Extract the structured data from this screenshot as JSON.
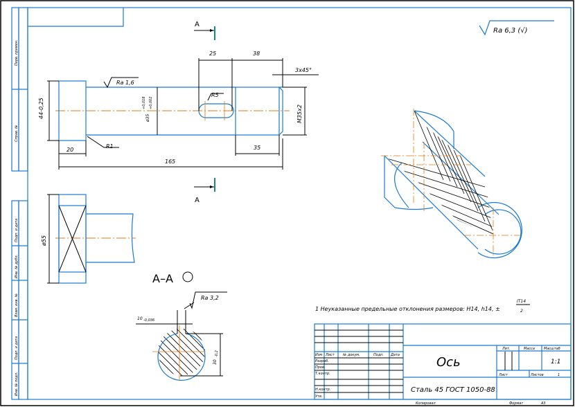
{
  "drawing": {
    "title": "Ось",
    "material": "Сталь 45 ГОСТ 1050-88",
    "colors": {
      "outline": "#1a7ad0",
      "dimension": "#000000",
      "centerline": "#e07a10",
      "section_marker": "#138a8a",
      "border": "#000000"
    },
    "roughness_general": "Ra 6,3 (√)",
    "note": "1 Неуказанные предельные отклонения размеров: H14, h14, ±",
    "note_fraction": {
      "numerator": "IT14",
      "denominator": "2"
    },
    "section_marker_top": "A",
    "section_marker_bottom": "A",
    "section_title": "А–А",
    "section_rotate_symbol": "rotated",
    "side_stamp": {
      "top": [
        "Перв. примен.",
        "Справ. №"
      ],
      "bottom": [
        "Подп. и дата",
        "Инв. № дубл.",
        "Взам. инв. №",
        "Подп. и дата",
        "Инв. № подл."
      ]
    }
  },
  "main_view": {
    "dimensions": {
      "head_diameter": "44-0,25",
      "head_length": "20",
      "shaft_diameter_nominal": "ø35",
      "shaft_diameter_upper": "+0,018",
      "shaft_diameter_lower": "+0,002",
      "slot_length": "25",
      "slot_to_end": "38",
      "slot_radius": "R5",
      "fillet_radius": "R1",
      "thread": "M35x2",
      "thread_length": "35",
      "chamfer": "3x45°",
      "total_length": "165",
      "roughness_shaft": "Ra 1,6"
    }
  },
  "end_view": {
    "dimensions": {
      "across_corners": "ø55"
    }
  },
  "section_view": {
    "dimensions": {
      "keyway_width": "10",
      "keyway_width_tol": "-0,036",
      "depth": "30",
      "depth_tol": "-0,2",
      "roughness": "Ra 3,2"
    }
  },
  "title_block": {
    "headers": [
      "Изм",
      "Лист",
      "№ докум.",
      "Подп.",
      "Дата"
    ],
    "rows": [
      "Разраб.",
      "Пров.",
      "Т.контр.",
      "",
      "Н.контр.",
      "Утв."
    ],
    "lit_label": "Лит.",
    "mass_label": "Масса",
    "scale_label": "Масштаб",
    "scale_value": "1:1",
    "sheet_label": "Лист",
    "sheets_label": "Листов",
    "sheets_value": "1",
    "copied_label": "Копировал",
    "format_label": "Формат",
    "format_value": "A3"
  }
}
